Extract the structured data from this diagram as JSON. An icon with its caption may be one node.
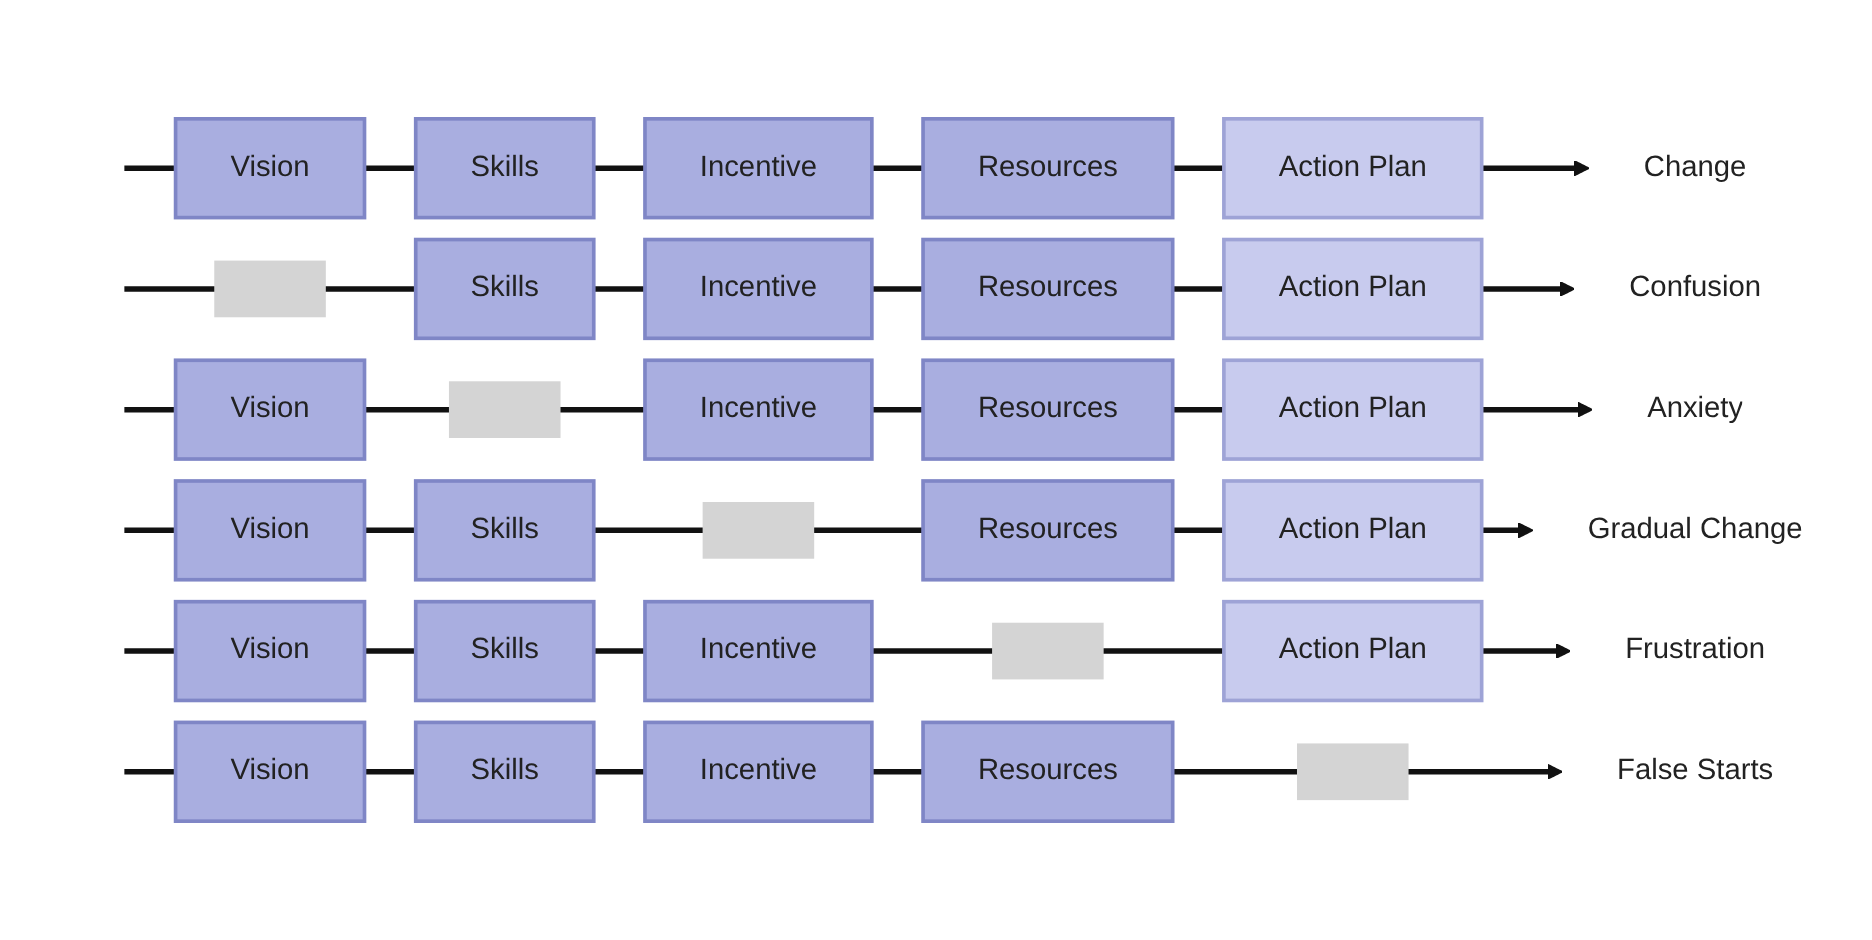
{
  "diagram": {
    "nodes": [
      {
        "text": [
          "Vision"
        ]
      },
      {
        "text": [
          "Skills"
        ]
      },
      {
        "text": [
          "Incentive"
        ]
      },
      {
        "text": [
          "Resources"
        ]
      },
      {
        "text": [
          "Action Plan"
        ]
      },
      {
        "text": [
          "Change"
        ]
      },
      {
        "text": [],
        "shape": "box"
      },
      {
        "text": [
          "Skills"
        ]
      },
      {
        "text": [
          "Incentive"
        ]
      },
      {
        "text": [
          "Resources"
        ]
      },
      {
        "text": [
          "Action Plan"
        ]
      },
      {
        "text": [
          "Confusion"
        ]
      },
      {
        "text": [
          "Vision"
        ]
      },
      {
        "text": [],
        "shape": "box"
      },
      {
        "text": [
          "Incentive"
        ]
      },
      {
        "text": [
          "Resources"
        ]
      },
      {
        "text": [
          "Action Plan"
        ]
      },
      {
        "text": [
          "Anxiety"
        ]
      },
      {
        "text": [
          "Vision"
        ]
      },
      {
        "text": [
          "Skills"
        ]
      },
      {
        "text": [],
        "shape": "box"
      },
      {
        "text": [
          "Resources"
        ]
      },
      {
        "text": [
          "Action Plan"
        ]
      },
      {
        "text": [
          "Gradual Change"
        ]
      },
      {
        "text": [
          "Vision"
        ]
      },
      {
        "text": [
          "Skills"
        ]
      },
      {
        "text": [
          "Incentive"
        ]
      },
      {
        "text": [],
        "shape": "box"
      },
      {
        "text": [
          "Action Plan"
        ]
      },
      {
        "text": [
          "Frustration"
        ]
      },
      {
        "text": [
          "Vision"
        ]
      },
      {
        "text": [
          "Skills"
        ]
      },
      {
        "text": [
          "Incentive"
        ]
      },
      {
        "text": [
          "Resources"
        ]
      },
      {
        "text": [],
        "shape": "box"
      },
      {
        "text": [
          "False Starts"
        ]
      }
    ],
    "edges": [
      {
        "from": null,
        "to": 0,
        "arrow": "none"
      },
      {
        "from": 0,
        "to": 1,
        "arrow": "none"
      },
      {
        "from": 1,
        "to": 2,
        "arrow": "none"
      },
      {
        "from": 2,
        "to": 3,
        "arrow": "none"
      },
      {
        "from": 3,
        "to": 4,
        "arrow": "none"
      },
      {
        "from": 4,
        "to": 5,
        "arrow": "to"
      },
      {
        "from": null,
        "to": 6,
        "arrow": "none"
      },
      {
        "from": 6,
        "to": 7,
        "arrow": "none"
      },
      {
        "from": 7,
        "to": 8,
        "arrow": "none"
      },
      {
        "from": 8,
        "to": 9,
        "arrow": "none"
      },
      {
        "from": 9,
        "to": 10,
        "arrow": "none"
      },
      {
        "from": 10,
        "to": 11,
        "arrow": "to"
      },
      {
        "from": null,
        "to": 12,
        "arrow": "none"
      },
      {
        "from": 12,
        "to": 13,
        "arrow": "none"
      },
      {
        "from": 13,
        "to": 14,
        "arrow": "none"
      },
      {
        "from": 14,
        "to": 15,
        "arrow": "none"
      },
      {
        "from": 15,
        "to": 16,
        "arrow": "none"
      },
      {
        "from": 16,
        "to": 17,
        "arrow": "to"
      },
      {
        "from": null,
        "to": 18,
        "arrow": "none"
      },
      {
        "from": 18,
        "to": 19,
        "arrow": "none"
      },
      {
        "from": 19,
        "to": 20,
        "arrow": "none"
      },
      {
        "from": 20,
        "to": 21,
        "arrow": "none"
      },
      {
        "from": 21,
        "to": 22,
        "arrow": "none"
      },
      {
        "from": 22,
        "to": 23,
        "arrow": "to"
      },
      {
        "from": null,
        "to": 24,
        "arrow": "none"
      },
      {
        "from": 24,
        "to": 25,
        "arrow": "none"
      },
      {
        "from": 25,
        "to": 26,
        "arrow": "none"
      },
      {
        "from": 26,
        "to": 27,
        "arrow": "none"
      },
      {
        "from": 27,
        "to": 28,
        "arrow": "none"
      },
      {
        "from": 28,
        "to": 29,
        "arrow": "to"
      },
      {
        "from": null,
        "to": 30,
        "arrow": "none"
      },
      {
        "from": 30,
        "to": 31,
        "arrow": "none"
      },
      {
        "from": 31,
        "to": 32,
        "arrow": "none"
      },
      {
        "from": 32,
        "to": 33,
        "arrow": "none"
      },
      {
        "from": 33,
        "to": 34,
        "arrow": "none"
      },
      {
        "from": 34,
        "to": 35,
        "arrow": "to"
      }
    ]
  }
}
